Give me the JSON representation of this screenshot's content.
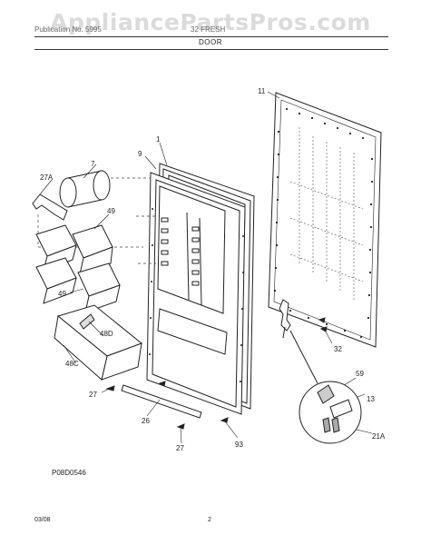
{
  "watermark": "AppliancePartsPros.com",
  "header": {
    "left": "Publication No. 5995",
    "right": "32 FRESH",
    "section": "DOOR"
  },
  "callouts": {
    "c1": "1",
    "c7": "7",
    "c9": "9",
    "c11": "11",
    "c13": "13",
    "c21a": "21A",
    "c26": "26",
    "c27a": "27A",
    "c27_top": "27",
    "c27_bottom": "27",
    "c32": "32",
    "c48c": "48C",
    "c48d": "48D",
    "c49_top": "49",
    "c49_bottom": "49",
    "c59": "59",
    "c93": "93"
  },
  "diagram_ref": "P08D0546",
  "footer": {
    "date": "03/08",
    "page": "2"
  }
}
